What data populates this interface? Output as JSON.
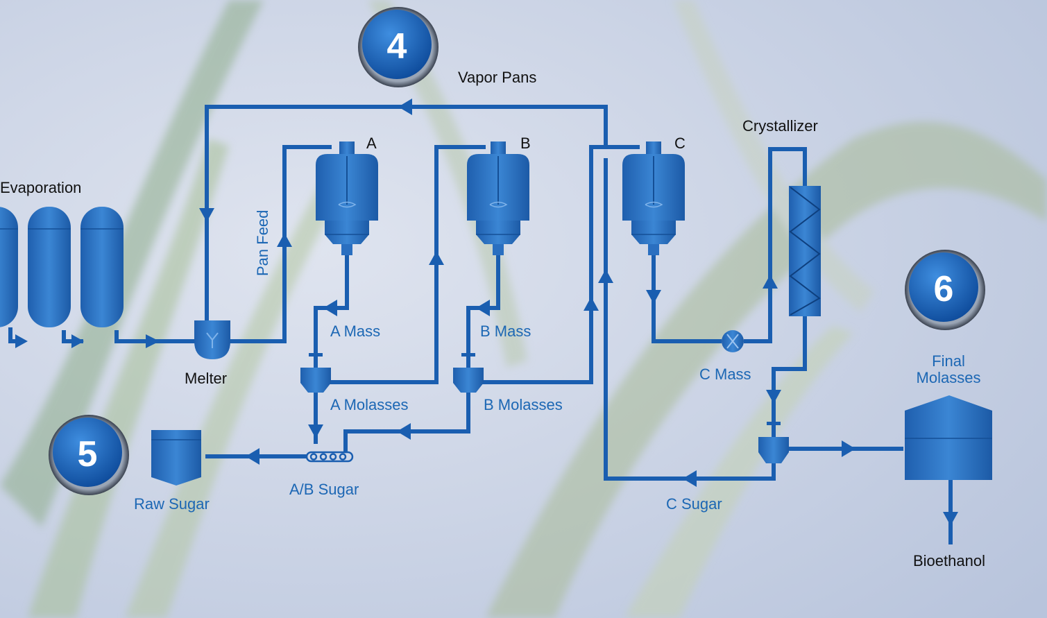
{
  "colors": {
    "pipe": "#1a5eb0",
    "vessel": "#2a6fc0",
    "vessel_dark": "#144f96",
    "label_blue": "#1c67b4",
    "label_black": "#111111"
  },
  "steps": [
    {
      "number": "4"
    },
    {
      "number": "5"
    },
    {
      "number": "6"
    }
  ],
  "labels": {
    "vapor_pans": "Vapor Pans",
    "evaporation": "Evaporation",
    "pan_feed": "Pan Feed",
    "pan_a": "A",
    "pan_b": "B",
    "pan_c": "C",
    "crystallizer": "Crystallizer",
    "melter": "Melter",
    "a_mass": "A Mass",
    "b_mass": "B Mass",
    "c_mass": "C Mass",
    "a_molasses": "A Molasses",
    "b_molasses": "B Molasses",
    "ab_sugar": "A/B Sugar",
    "raw_sugar": "Raw Sugar",
    "c_sugar": "C Sugar",
    "final_molasses_1": "Final",
    "final_molasses_2": "Molasses",
    "bioethanol": "Bioethanol"
  }
}
